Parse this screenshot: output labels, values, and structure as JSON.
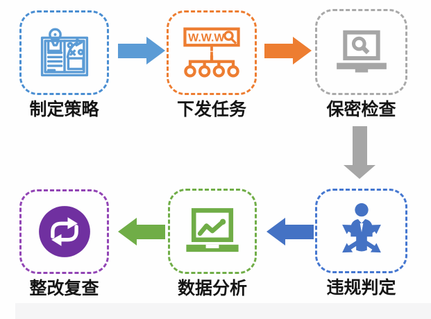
{
  "diagram": {
    "background_color": "#fefefe",
    "footer_strip_color": "#f5f5f6",
    "label_text_color": "#151515",
    "steps": [
      {
        "label": "制定策略",
        "icon": "strategy-book-icon",
        "border_color": "#4a8ed2",
        "icon_color": "#5b9bd5"
      },
      {
        "label": "下发任务",
        "icon": "www-network-icon",
        "border_color": "#ed7d31",
        "icon_color": "#ed7d31",
        "browser_text": "W.W.W"
      },
      {
        "label": "保密检查",
        "icon": "laptop-search-icon",
        "border_color": "#a9a9a9",
        "icon_color": "#a6a6a6"
      },
      {
        "label": "违规判定",
        "icon": "decision-person-icon",
        "border_color": "#4577d0",
        "icon_color": "#4472c4"
      },
      {
        "label": "数据分析",
        "icon": "laptop-chart-icon",
        "border_color": "#70ad47",
        "icon_color": "#70ad47"
      },
      {
        "label": "整改复查",
        "icon": "cycle-arrows-icon",
        "border_color": "#9245b5",
        "icon_color": "#7030a0"
      }
    ],
    "arrows": [
      {
        "from": "制定策略",
        "to": "下发任务",
        "direction": "right",
        "color": "#5b9bd5"
      },
      {
        "from": "下发任务",
        "to": "保密检查",
        "direction": "right",
        "color": "#ed7d31"
      },
      {
        "from": "保密检查",
        "to": "违规判定",
        "direction": "down",
        "color": "#a6a6a6"
      },
      {
        "from": "违规判定",
        "to": "数据分析",
        "direction": "left",
        "color": "#4472c4"
      },
      {
        "from": "数据分析",
        "to": "整改复查",
        "direction": "left",
        "color": "#70ad47"
      }
    ]
  }
}
